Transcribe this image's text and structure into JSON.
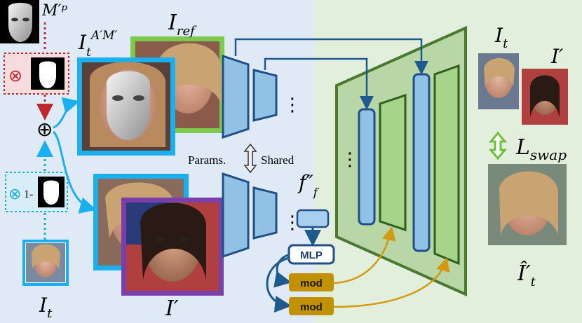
{
  "labels": {
    "mask_param": "M′ᵖ",
    "masked_target": "I_t^{A′M′}",
    "masked_target_base": "I",
    "masked_target_sub": "t",
    "masked_target_sup": "A′M′",
    "reference": "I_ref",
    "reference_base": "I",
    "reference_sub": "ref",
    "target_bottom": "I_t",
    "target_bottom_base": "I",
    "target_bottom_sub": "t",
    "source_bottom": "I′",
    "target_right": "I_t",
    "target_right_base": "I",
    "target_right_sub": "t",
    "source_right": "I′",
    "loss": "L_swap",
    "loss_base": "L",
    "loss_sub": "swap",
    "output": "Î′_t",
    "output_base": "Î′",
    "output_sub": "t",
    "feature": "f″_f",
    "feature_base": "f″",
    "feature_sub": "f",
    "params": "Params.",
    "shared": "Shared",
    "one_minus": "1-",
    "dots": "⋮"
  },
  "boxes": {
    "mlp": "MLP",
    "mod_1": "mod",
    "mod_2": "mod"
  },
  "symbols": {
    "times_top": "⊗",
    "times_bottom": "⊗",
    "oplus": "⊕"
  },
  "colors": {
    "left_bg": "#dfeaf6",
    "right_bg": "#e1efdc",
    "cyan_frame": "#1ab0f0",
    "green_frame": "#7cc94b",
    "purple_frame": "#7a3fa8",
    "encoder_fill": "#92c1e6",
    "encoder_stroke": "#1f4f86",
    "decoder_fill": "#a5d48a",
    "decoder_stroke": "#4a7a31",
    "arrow_dark": "#1f5a8c",
    "mod_fill": "#c19100",
    "mask_red": "#c0272d",
    "mask_cyan": "#1ab0d8"
  },
  "icons": {
    "mask_face": "face-mesh-icon",
    "face_photo": "face-photo-icon"
  }
}
